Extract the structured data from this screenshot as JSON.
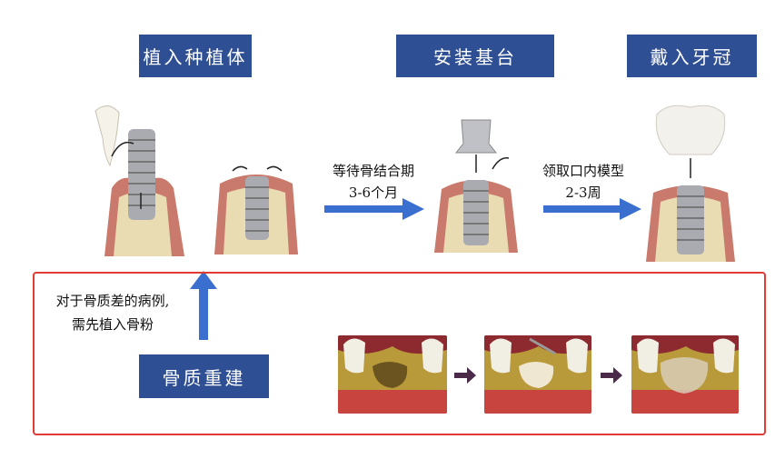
{
  "steps": {
    "implant_label": "植入种植体",
    "abutment_label": "安装基台",
    "crown_label": "戴入牙冠",
    "bone_label": "骨质重建"
  },
  "transitions": {
    "wait_line1": "等待骨结合期",
    "wait_line2": "3-6个月",
    "impression_line1": "领取口内模型",
    "impression_line2": "2-3周"
  },
  "note": {
    "line1": "对于骨质差的病例,",
    "line2": "需先植入骨粉"
  },
  "colors": {
    "label_bg": "#2e4f93",
    "arrow": "#3a6fd0",
    "frame": "#e23b33",
    "gum": "#d88a7a",
    "bone": "#eadcb2",
    "metal": "#a9abb0",
    "small_arrow": "#4a2a48"
  }
}
